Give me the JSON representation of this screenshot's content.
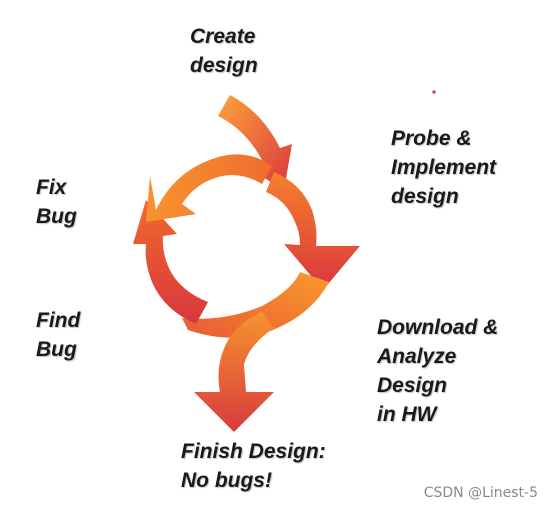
{
  "steps": {
    "create": [
      "Create",
      "design"
    ],
    "probe": [
      "Probe &",
      "Implement",
      "design"
    ],
    "download": [
      "Download &",
      "Analyze",
      "Design",
      "in HW"
    ],
    "find": [
      "Find",
      "Bug"
    ],
    "fix": [
      "Fix",
      "Bug"
    ],
    "finish": [
      "Finish Design:",
      "No bugs!"
    ]
  },
  "watermark": "CSDN @Linest-5",
  "colors": {
    "arrow_light": "#f99a2c",
    "arrow_mid": "#ef6a2e",
    "arrow_dark": "#d9363d",
    "text": "#1a1a1a"
  }
}
